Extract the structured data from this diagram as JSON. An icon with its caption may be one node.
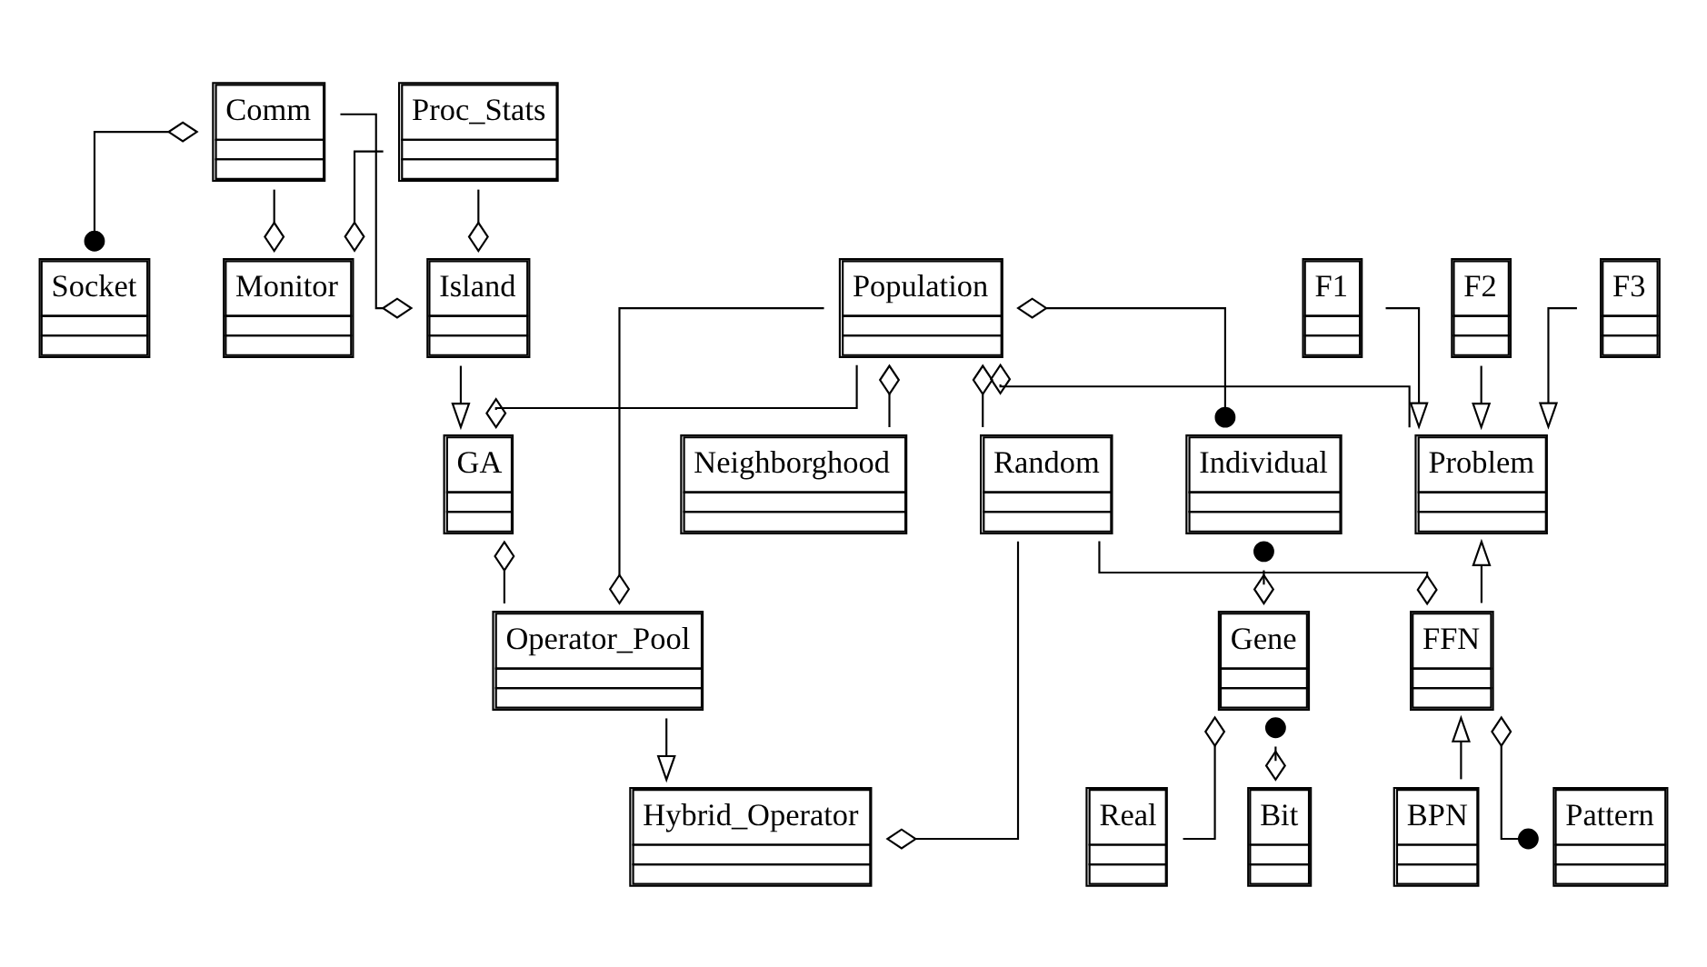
{
  "diagram": {
    "nodes": [
      {
        "text": [
          "Comm"
        ]
      },
      {
        "text": [
          "Proc_Stats"
        ]
      },
      {
        "text": [
          "Population"
        ]
      },
      {
        "text": [
          "F1"
        ]
      },
      {
        "text": [
          "F2"
        ]
      },
      {
        "text": [
          "F3"
        ]
      },
      {
        "text": [
          "Socket"
        ]
      },
      {
        "text": [
          "Monitor"
        ]
      },
      {
        "text": [
          "Island"
        ]
      },
      {
        "text": [
          "Neighborghood"
        ]
      },
      {
        "text": [
          "Problem"
        ]
      },
      {
        "text": [
          "Individual"
        ]
      },
      {
        "text": [
          "GA"
        ]
      },
      {
        "text": [
          "Random"
        ]
      },
      {
        "text": [
          "FFN"
        ]
      },
      {
        "text": [
          "Gene"
        ]
      },
      {
        "text": [
          "Operator_Pool"
        ]
      },
      {
        "text": [
          "Pattern"
        ]
      },
      {
        "text": [
          "BPN"
        ]
      },
      {
        "text": [
          "Bit"
        ]
      },
      {
        "text": [
          "Real"
        ]
      },
      {
        "text": [
          "Hybrid_Operator"
        ]
      }
    ],
    "edges": [
      {
        "from": 0,
        "to": 6,
        "arrow": "other"
      },
      {
        "from": 0,
        "to": 7,
        "arrow": "other"
      },
      {
        "from": 0,
        "to": 8,
        "arrow": "other"
      },
      {
        "from": 1,
        "to": 7,
        "arrow": "other"
      },
      {
        "from": 1,
        "to": 8,
        "arrow": "other"
      },
      {
        "from": 8,
        "to": 12,
        "arrow": "to"
      },
      {
        "from": 2,
        "to": 12,
        "arrow": "other"
      },
      {
        "from": 2,
        "to": 16,
        "arrow": "other"
      },
      {
        "from": 2,
        "to": 13,
        "arrow": "other"
      },
      {
        "from": 2,
        "to": 9,
        "arrow": "other"
      },
      {
        "from": 2,
        "to": 11,
        "arrow": "other"
      },
      {
        "from": 2,
        "to": 10,
        "arrow": "other"
      },
      {
        "from": 3,
        "to": 10,
        "arrow": "to"
      },
      {
        "from": 4,
        "to": 10,
        "arrow": "to"
      },
      {
        "from": 5,
        "to": 10,
        "arrow": "to"
      },
      {
        "from": 14,
        "to": 10,
        "arrow": "to"
      },
      {
        "from": 13,
        "to": 14,
        "arrow": "other"
      },
      {
        "from": 13,
        "to": 21,
        "arrow": "other"
      },
      {
        "from": 12,
        "to": 16,
        "arrow": "other"
      },
      {
        "from": 16,
        "to": 21,
        "arrow": "to"
      },
      {
        "from": 14,
        "to": 17,
        "arrow": "other"
      },
      {
        "from": 18,
        "to": 14,
        "arrow": "to"
      },
      {
        "from": 11,
        "to": 15,
        "arrow": "other"
      },
      {
        "from": 15,
        "to": 19,
        "arrow": "other"
      },
      {
        "from": 15,
        "to": 20,
        "arrow": "other"
      }
    ]
  }
}
